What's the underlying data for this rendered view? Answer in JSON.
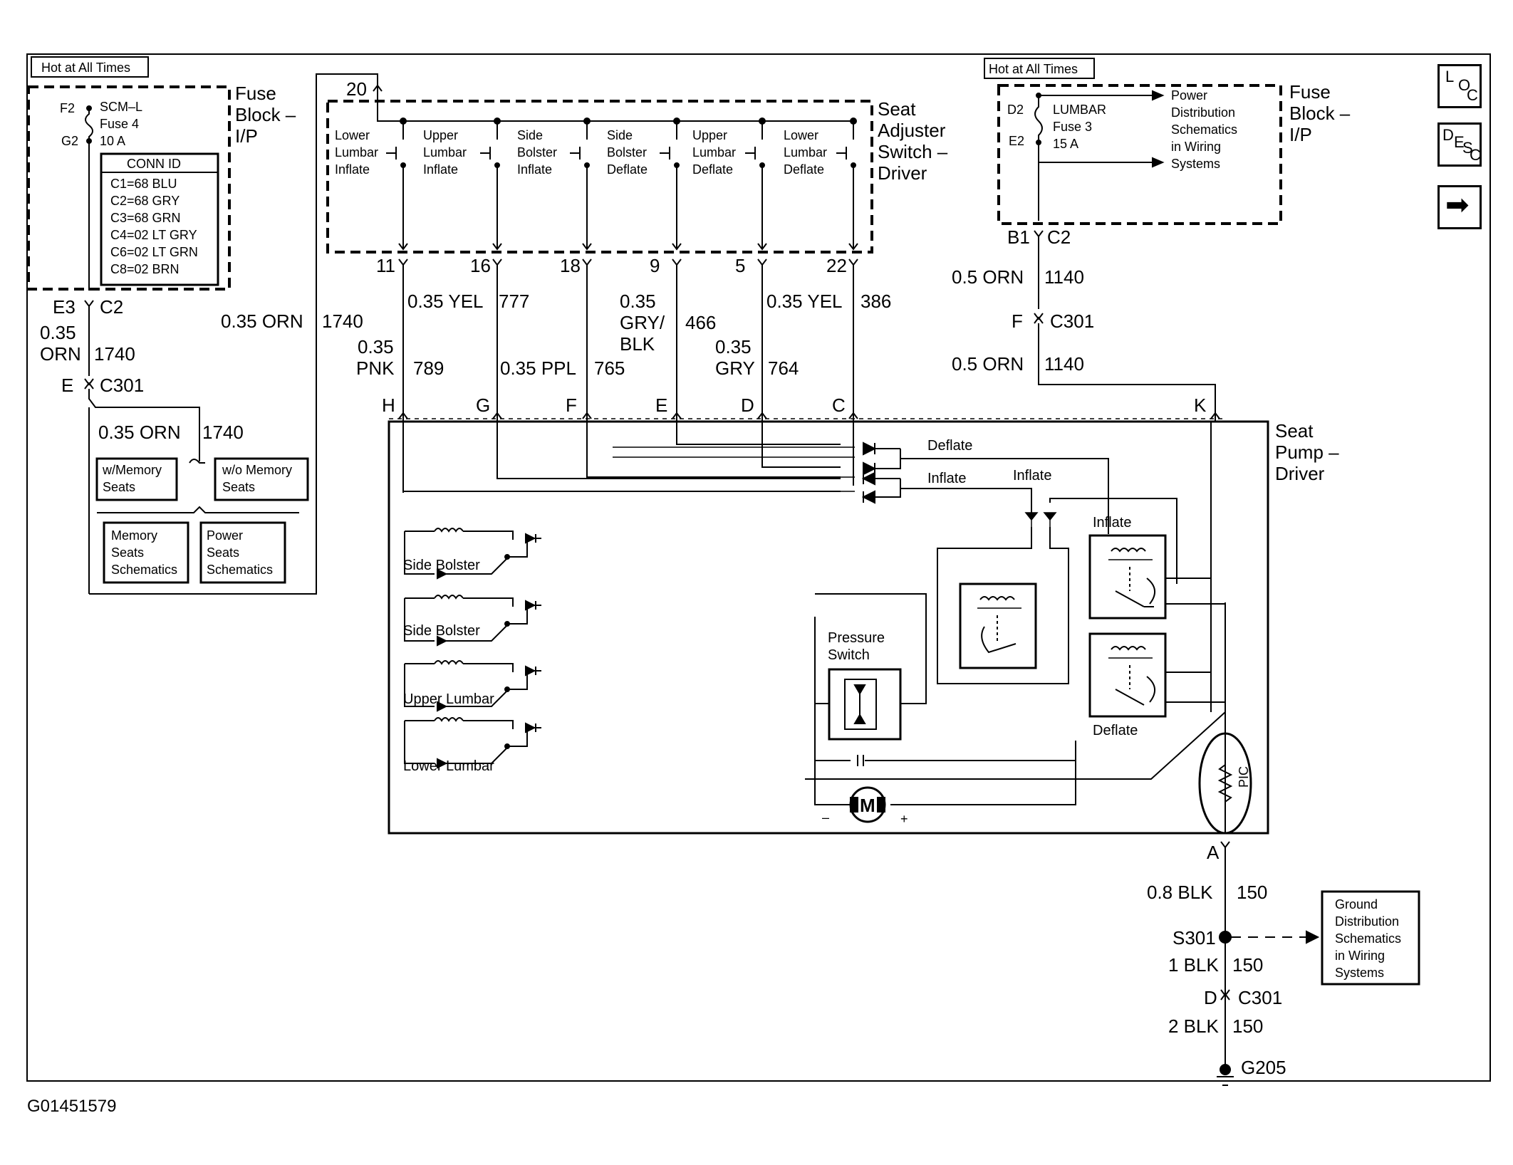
{
  "figure_id": "G01451579",
  "nav": {
    "loc": [
      "L",
      "O",
      "C"
    ],
    "desc": [
      "D",
      "E",
      "S",
      "C"
    ],
    "next": "➡"
  },
  "left_fuse": {
    "hot_label": "Hot at All Times",
    "block_label": [
      "Fuse",
      "Block –",
      "I/P"
    ],
    "f2": "F2",
    "g2": "G2",
    "fuse_name": "SCM–L",
    "fuse_num": "Fuse 4",
    "fuse_amp": "10 A",
    "conn_title": "CONN ID",
    "conn_rows": [
      "C1=68 BLU",
      "C2=68 GRY",
      "C3=68 GRN",
      "C4=02 LT GRY",
      "C6=02 LT GRN",
      "C8=02 BRN"
    ],
    "e3": "E3",
    "c2": "C2",
    "wire1_gauge": [
      "0.35",
      "ORN"
    ],
    "wire1_num": "1740",
    "e": "E",
    "c301": "C301",
    "wire2": "0.35 ORN",
    "wire2_num": "1740",
    "wmem": [
      "w/Memory",
      "Seats"
    ],
    "womem": [
      "w/o Memory",
      "Seats"
    ],
    "memsch": [
      "Memory",
      "Seats",
      "Schematics"
    ],
    "powsch": [
      "Power",
      "Seats",
      "Schematics"
    ],
    "wire3": "0.35 ORN",
    "wire3_num": "1740"
  },
  "switch": {
    "pin20": "20",
    "label": [
      "Seat",
      "Adjuster",
      "Switch –",
      "Driver"
    ],
    "names": [
      [
        "Lower",
        "Lumbar",
        "Inflate"
      ],
      [
        "Upper",
        "Lumbar",
        "Inflate"
      ],
      [
        "Side",
        "Bolster",
        "Inflate"
      ],
      [
        "Side",
        "Bolster",
        "Deflate"
      ],
      [
        "Upper",
        "Lumbar",
        "Deflate"
      ],
      [
        "Lower",
        "Lumbar",
        "Deflate"
      ]
    ],
    "pins": [
      "11",
      "16",
      "18",
      "9",
      "5",
      "22"
    ]
  },
  "wires": {
    "pnk": [
      "0.35",
      "PNK"
    ],
    "pnk_num": "789",
    "yel1": "0.35 YEL",
    "yel1_num": "777",
    "ppl": "0.35 PPL",
    "ppl_num": "765",
    "gry_blk": [
      "0.35",
      "GRY/",
      "BLK"
    ],
    "gry_blk_num": "466",
    "gry": [
      "0.35",
      "GRY"
    ],
    "gry_num": "764",
    "yel2": "0.35 YEL",
    "yel2_num": "386"
  },
  "pump": {
    "connectors": [
      "H",
      "G",
      "F",
      "E",
      "D",
      "C",
      "K"
    ],
    "label": [
      "Seat",
      "Pump –",
      "Driver"
    ],
    "deflate": "Deflate",
    "inflate": "Inflate",
    "inflate2": "Inflate",
    "inflate_relay": "Inflate",
    "deflate_relay": "Deflate",
    "solenoids": [
      "Side Bolster",
      "Side Bolster",
      "Upper Lumbar",
      "Lower Lumbar"
    ],
    "pressure": [
      "Pressure",
      "Switch"
    ],
    "motor": "M",
    "minus": "–",
    "plus": "+",
    "pic": "PIC"
  },
  "right_fuse": {
    "hot_label": "Hot at All Times",
    "block_label": [
      "Fuse",
      "Block –",
      "I/P"
    ],
    "d2": "D2",
    "e2": "E2",
    "fuse_name": "LUMBAR",
    "fuse_num": "Fuse 3",
    "fuse_amp": "15 A",
    "pd": [
      "Power",
      "Distribution",
      "Schematics",
      "in Wiring",
      "Systems"
    ],
    "b1": "B1",
    "c2": "C2",
    "w1": "0.5 ORN",
    "w1_num": "1140",
    "f": "F",
    "c301": "C301",
    "w2": "0.5 ORN",
    "w2_num": "1140"
  },
  "ground": {
    "a": "A",
    "w1": "0.8 BLK",
    "w1_num": "150",
    "s301": "S301",
    "w2": "1 BLK",
    "w2_num": "150",
    "d": "D",
    "c301": "C301",
    "w3": "2 BLK",
    "w3_num": "150",
    "g205": "G205",
    "gd": [
      "Ground",
      "Distribution",
      "Schematics",
      "in Wiring",
      "Systems"
    ]
  }
}
